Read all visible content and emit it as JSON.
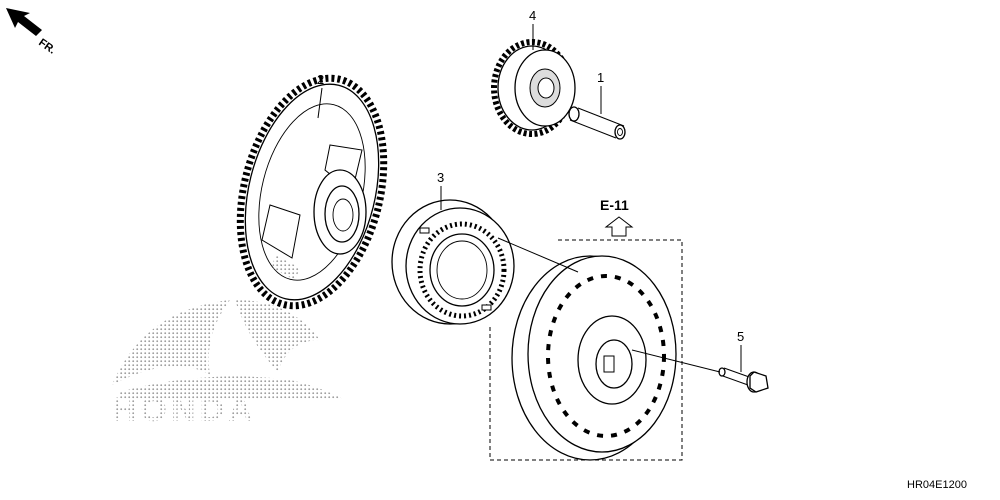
{
  "orientation": {
    "label": "FR.",
    "icon": "front-direction-arrow-icon"
  },
  "callouts": {
    "c1": "1",
    "c2": "2",
    "c3": "3",
    "c4": "4",
    "c5": "5"
  },
  "reference": {
    "label": "E-11",
    "icon": "up-arrow-icon"
  },
  "watermark": {
    "text": "HONDA"
  },
  "diagram_code": "HR04E1200"
}
